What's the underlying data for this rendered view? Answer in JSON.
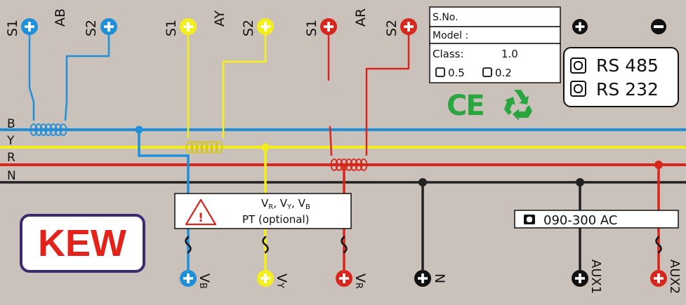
{
  "ct_terminals": {
    "blue": {
      "s1": "S1",
      "s2": "S2",
      "name": "AB"
    },
    "yellow": {
      "s1": "S1",
      "s2": "S2",
      "name": "AY"
    },
    "red": {
      "s1": "S1",
      "s2": "S2",
      "name": "AR"
    }
  },
  "bus_labels": [
    "B",
    "Y",
    "R",
    "N"
  ],
  "info_box": {
    "sno": "S.No.",
    "model": "Model :",
    "class_label": "Class:",
    "class_value": "1.0",
    "opt1": "0.5",
    "opt2": "0.2"
  },
  "certifications": {
    "ce": "CE",
    "recycle": "recycle-icon"
  },
  "comm": {
    "rs485": "RS 485",
    "rs232": "RS 232"
  },
  "polarity": {
    "plus": "+",
    "minus": "−"
  },
  "pt_box": {
    "line1_parts": [
      "V",
      "R",
      ", V",
      "Y",
      ", V",
      "B"
    ],
    "line2": "PT (optional)"
  },
  "logo": {
    "text": "KEW"
  },
  "aux_supply": {
    "label": "090-300 AC"
  },
  "bottom_terminals": {
    "vb": {
      "main": "V",
      "sub": "B"
    },
    "vy": {
      "main": "V",
      "sub": "Y"
    },
    "vr": {
      "main": "V",
      "sub": "R"
    },
    "n": "N",
    "aux1": "AUX1",
    "aux2": "AUX2"
  },
  "colors": {
    "blue": "#1e8fd8",
    "yellow": "#f4ee1b",
    "red": "#d9261c",
    "neutral": "#222222",
    "logo_red": "#e3231b",
    "logo_border": "#3b2a73",
    "ce_green": "#2aa640",
    "background": "#cbc1bb"
  }
}
